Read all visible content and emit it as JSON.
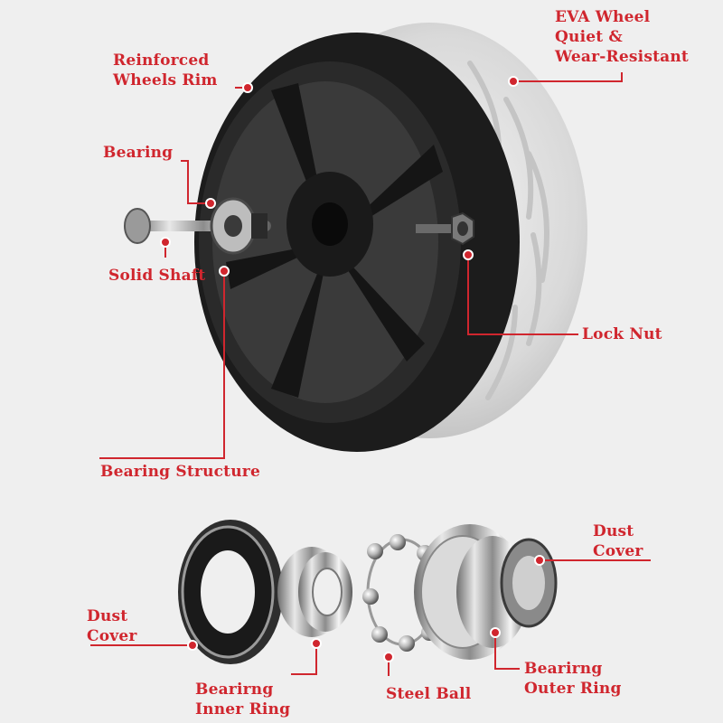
{
  "theme": {
    "accent": "#d0262e",
    "line": "#d0262e",
    "background": "#efefef"
  },
  "wheel_labels": {
    "eva_wheel": [
      "EVA Wheel",
      "Quiet &",
      "Wear-Resistant"
    ],
    "reinforced_rim": [
      "Reinforced",
      "Wheels Rim"
    ],
    "bearing": "Bearing",
    "solid_shaft": "Solid Shaft",
    "lock_nut": "Lock Nut",
    "bearing_structure": "Bearing Structure"
  },
  "bearing_labels": {
    "dust_cover_left": [
      "Dust",
      "Cover"
    ],
    "dust_cover_right": [
      "Dust",
      "Cover"
    ],
    "inner_ring": [
      "Bearirng",
      "Inner Ring"
    ],
    "steel_ball": "Steel Ball",
    "outer_ring": [
      "Bearirng",
      "Outer Ring"
    ]
  },
  "icons": [
    "wheel-tire-icon",
    "wheel-rim-icon",
    "axle-shaft-icon",
    "lock-nut-icon",
    "dust-cover-icon",
    "inner-ring-icon",
    "steel-ball-cage-icon",
    "outer-ring-icon"
  ]
}
